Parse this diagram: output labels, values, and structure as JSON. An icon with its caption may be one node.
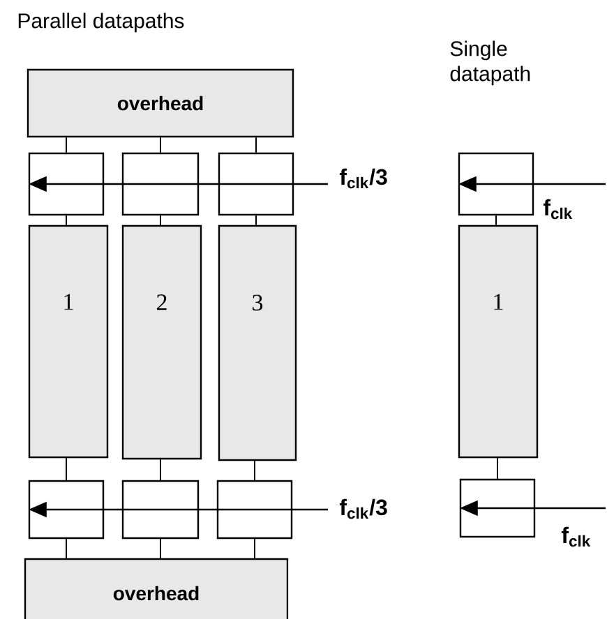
{
  "diagram": {
    "nodes": [
      {
        "text": [
          "overhead"
        ]
      },
      {
        "text": [],
        "shape": "box"
      },
      {
        "text": [],
        "shape": "box"
      },
      {
        "text": [],
        "shape": "box"
      },
      {
        "text": [
          "1"
        ]
      },
      {
        "text": [
          "2"
        ]
      },
      {
        "text": [
          "3"
        ]
      },
      {
        "text": [],
        "shape": "box"
      },
      {
        "text": [],
        "shape": "box"
      },
      {
        "text": [],
        "shape": "box"
      },
      {
        "text": [
          "overhead"
        ]
      },
      {
        "text": [],
        "shape": "box"
      },
      {
        "text": [
          "1"
        ]
      },
      {
        "text": [],
        "shape": "box"
      }
    ],
    "edges": [
      {
        "from": 0,
        "to": 1,
        "arrow": "none"
      },
      {
        "from": 0,
        "to": 2,
        "arrow": "none"
      },
      {
        "from": 0,
        "to": 3,
        "arrow": "none"
      },
      {
        "from": 1,
        "to": 4,
        "arrow": "none"
      },
      {
        "from": 2,
        "to": 5,
        "arrow": "none"
      },
      {
        "from": 3,
        "to": 6,
        "arrow": "none"
      },
      {
        "from": 4,
        "to": 7,
        "arrow": "none"
      },
      {
        "from": 5,
        "to": 8,
        "arrow": "none"
      },
      {
        "from": 6,
        "to": 9,
        "arrow": "none"
      },
      {
        "from": 7,
        "to": 10,
        "arrow": "none"
      },
      {
        "from": 8,
        "to": 10,
        "arrow": "none"
      },
      {
        "from": 9,
        "to": 10,
        "arrow": "none"
      },
      {
        "from": 11,
        "to": 12,
        "arrow": "none"
      },
      {
        "from": 12,
        "to": 13,
        "arrow": "none"
      },
      {
        "from": null,
        "to": 1,
        "arrow": "to",
        "label": "f$_{clk}$/3"
      },
      {
        "from": null,
        "to": 7,
        "arrow": "to",
        "label": "f$_{clk}$/3"
      },
      {
        "from": null,
        "to": 11,
        "arrow": "to",
        "label": "f$_{clk}$"
      },
      {
        "from": null,
        "to": 13,
        "arrow": "to",
        "label": "f$_{clk}$"
      }
    ],
    "labels": [
      "Parallel datapaths",
      "Single datapath"
    ]
  }
}
